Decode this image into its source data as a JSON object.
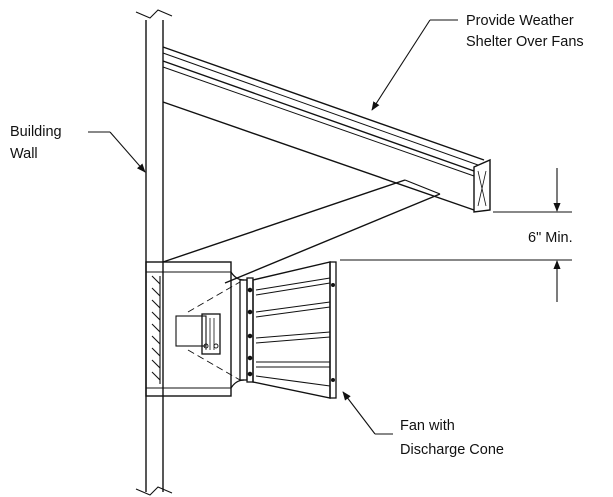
{
  "labels": {
    "shelter": [
      "Provide Weather",
      "Shelter Over Fans"
    ],
    "wall": [
      "Building",
      "Wall"
    ],
    "clearance": "6\" Min.",
    "fan": [
      "Fan with",
      "Discharge Cone"
    ]
  }
}
